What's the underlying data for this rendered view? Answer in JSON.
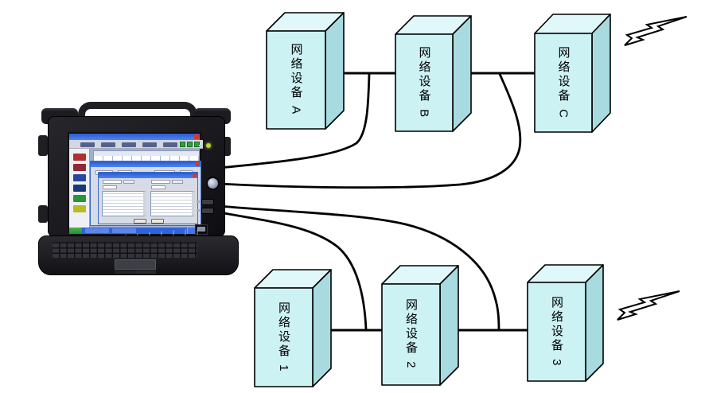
{
  "diagram": {
    "background_color": "#ffffff",
    "devices": {
      "top_row": [
        {
          "id": "A",
          "label": "网络设备 A"
        },
        {
          "id": "B",
          "label": "网络设备 B"
        },
        {
          "id": "C",
          "label": "网络设备 C"
        }
      ],
      "bottom_row": [
        {
          "id": "1",
          "label": "网络设备 1"
        },
        {
          "id": "2",
          "label": "网络设备 2"
        },
        {
          "id": "3",
          "label": "网络设备 3"
        }
      ]
    },
    "links": [
      "A-B",
      "B-C",
      "1-2",
      "2-3"
    ],
    "tester_cables": [
      "tester to A-B link",
      "tester to B-C link",
      "tester to 1-2 link",
      "tester to 2-3 link"
    ],
    "icons": [
      {
        "name": "lightning-icon",
        "position": "right of 网络设备 C"
      },
      {
        "name": "lightning-icon",
        "position": "right of 网络设备 3"
      }
    ],
    "colors": {
      "box_front": "#ccf2f4",
      "box_top": "#e0f8fa",
      "box_side": "#a8dbe0",
      "box_outline": "#000000",
      "cable": "#000000",
      "lightning_fill": "#ffffff",
      "lightning_outline": "#000000",
      "tester_body": "#16161a",
      "screen_taskbar": "#2f63dd",
      "screen_titlebar": "#2a5ad4",
      "power_led": "#b8d437"
    }
  }
}
